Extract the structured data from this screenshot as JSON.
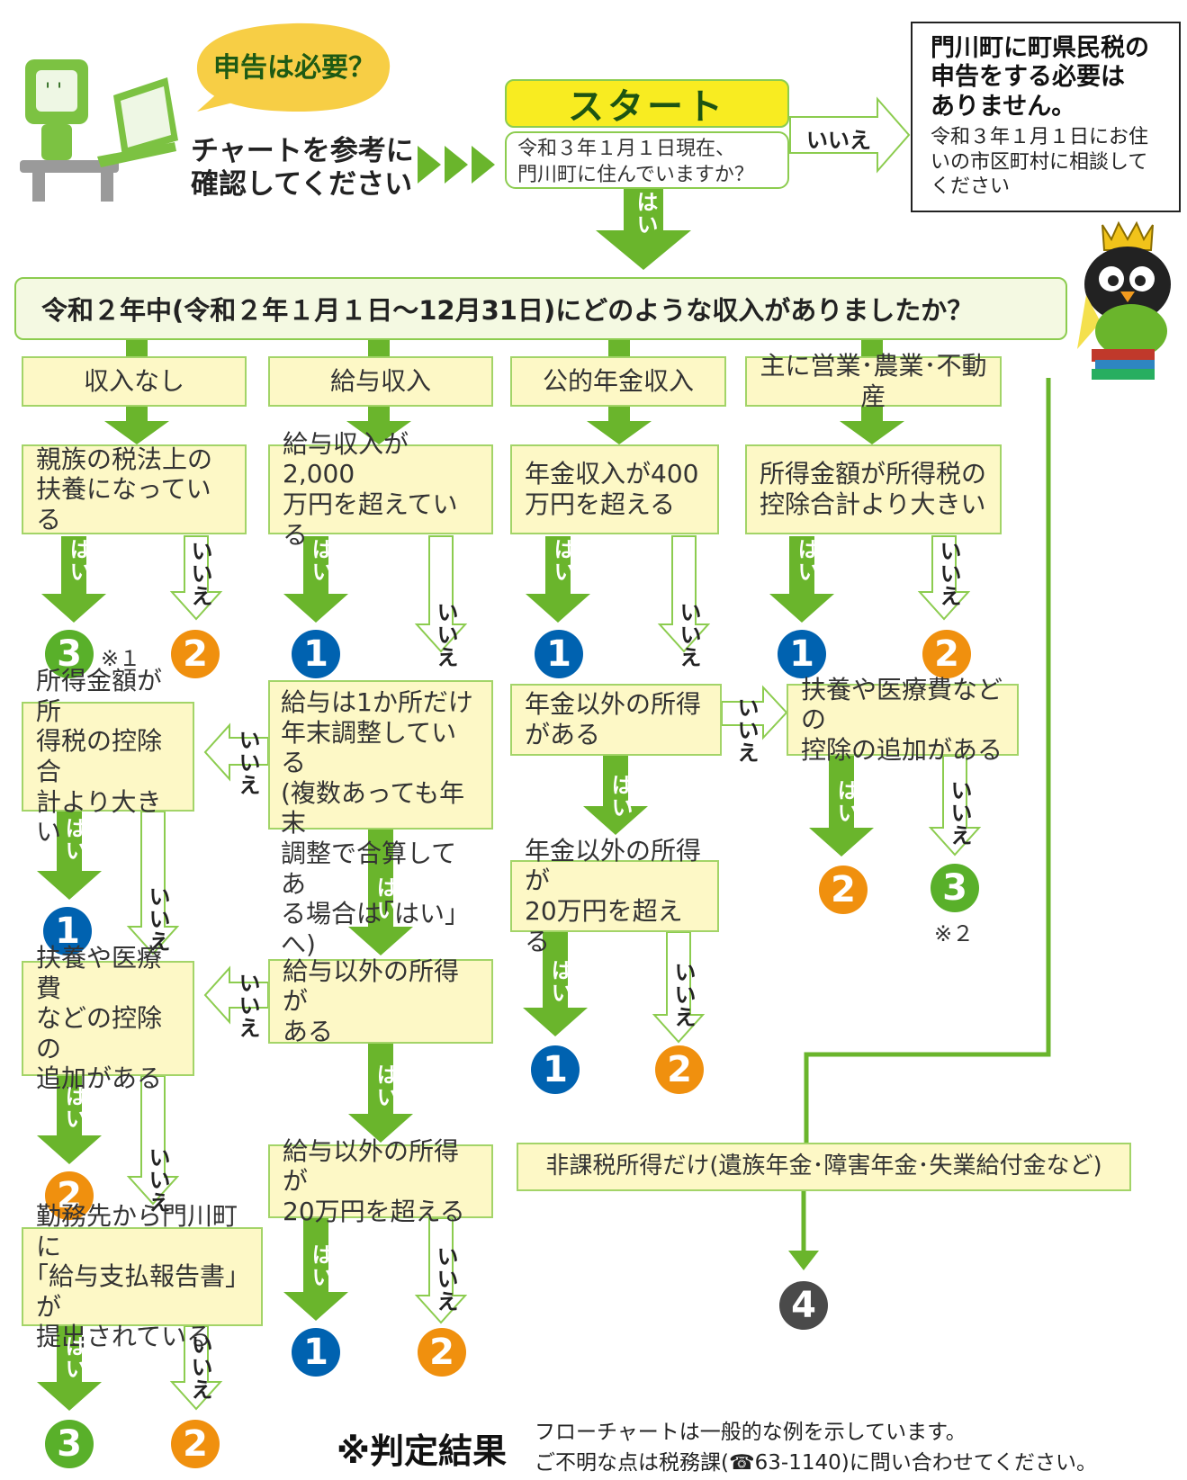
{
  "header": {
    "bubble": "申告は必要？",
    "instruction": "チャートを参考に\n確認してください"
  },
  "start": {
    "title": "スタート",
    "question": "令和３年１月１日現在、\n門川町に住んでいますか？"
  },
  "no_result": {
    "title": "門川町に町県民税の\n申告をする必要は\nありません。",
    "body": "令和３年１月１日にお住\nいの市区町村に相談して\nください"
  },
  "main_question": "令和２年中(令和２年１月１日～12月31日)にどのような収入がありましたか？",
  "yes": "はい",
  "no": "いいえ",
  "categories": {
    "none": "収入なし",
    "salary": "給与収入",
    "pension": "公的年金収入",
    "business": "主に営業･農業･不動産"
  },
  "questions": {
    "dependent": "親族の税法上の\n扶養になっている",
    "salary_20m": "給与収入が2,000\n万円を超えている",
    "pension_4m": "年金収入が400\n万円を超える",
    "income_gt_deduct": "所得金額が所得税の\n控除合計より大きい",
    "income_gt_deduct_left": "所得金額が所\n得税の控除合\n計より大きい",
    "year_end_adj": "給与は1か所だけ\n年末調整している\n(複数あっても年末\n調整で合算してあ\nる場合は｢はい｣へ)",
    "non_pension_income": "年金以外の所得\nがある",
    "deduction_added_right": "扶養や医療費などの\n控除の追加がある",
    "non_pension_200k": "年金以外の所得が\n20万円を超える",
    "deduction_added_left": "扶養や医療費\nなどの控除の\n追加がある",
    "non_salary_income": "給与以外の所得が\nある",
    "non_salary_200k": "給与以外の所得が\n20万円を超える",
    "salary_report": "勤務先から門川町に\n｢給与支払報告書｣が\n提出されている",
    "nontaxable": "非課税所得だけ(遺族年金･障害年金･失業給付金など)"
  },
  "results": {
    "r_dep_yes": "3",
    "r_dep_no": "2",
    "r_sal_yes": "1",
    "r_pen_yes": "1",
    "r_bus_yes": "1",
    "r_bus_no": "2",
    "r_left_yes": "1",
    "r_ded_r_yes": "2",
    "r_ded_r_no": "3",
    "r_np200_yes": "1",
    "r_np200_no": "2",
    "r_ded_l_yes": "2",
    "r_ns200_yes": "1",
    "r_ns200_no": "2",
    "r_report_yes": "3",
    "r_report_no": "2",
    "r_nontax": "4"
  },
  "notes": {
    "n1": "※１",
    "n2": "※２"
  },
  "footer": {
    "label": "※判定結果",
    "line1": "フローチャートは一般的な例を示しています。",
    "line2": "ご不明な点は税務課(☎63-1140)に問い合わせてください。"
  }
}
